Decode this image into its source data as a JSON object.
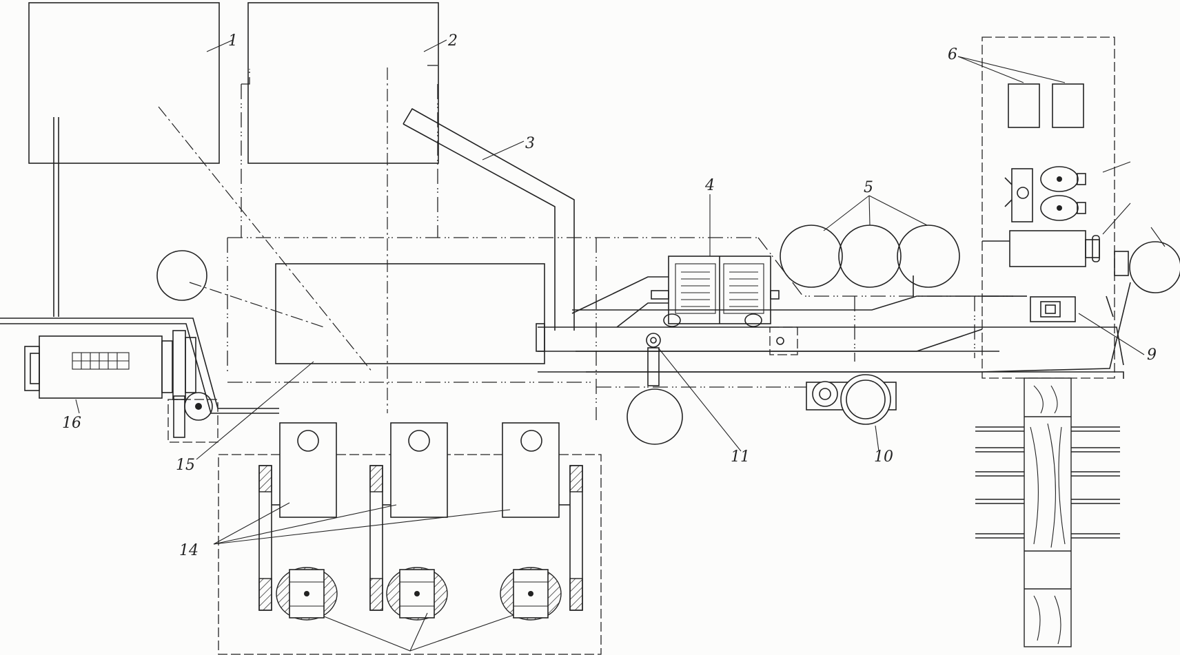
{
  "labels": {
    "l1": "1",
    "l2": "2",
    "l3": "3",
    "l4": "4",
    "l5": "5",
    "l6": "6",
    "l9": "9",
    "l10": "10",
    "l11": "11",
    "l14": "14",
    "l15": "15",
    "l16": "16"
  },
  "colors": {
    "ink": "#222222",
    "paper": "#fcfcfb"
  }
}
